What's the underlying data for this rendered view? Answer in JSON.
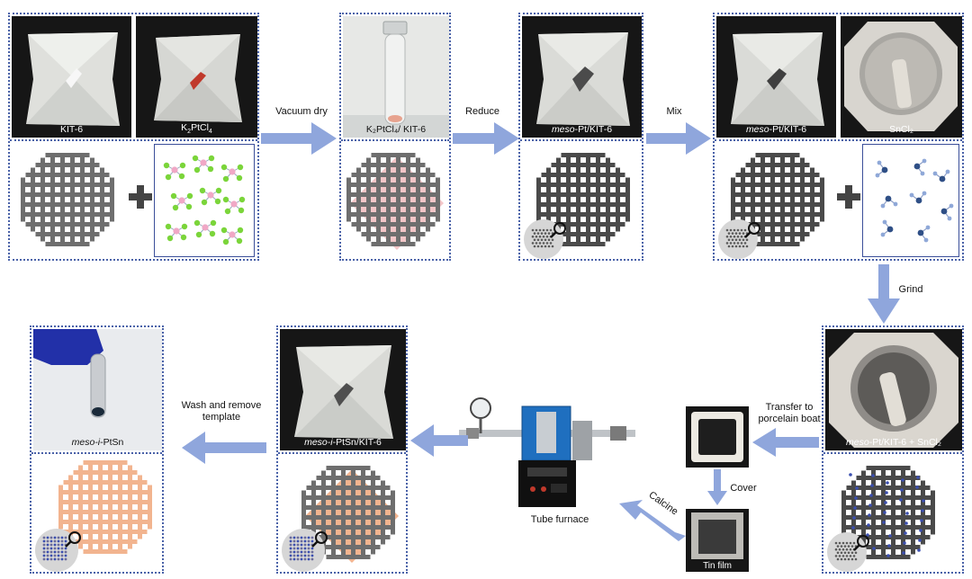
{
  "figure": {
    "top_row": {
      "box1": {
        "photo1_caption": "KIT-6",
        "photo2_caption_main": "K",
        "photo2_caption_sub1": "2",
        "photo2_caption_mid": "PtCl",
        "photo2_caption_sub2": "4"
      },
      "box2": {
        "caption": "K₂PtCl₄/ KIT-6"
      },
      "box3": {
        "caption_em": "meso",
        "caption_rest": "-Pt/KIT-6"
      },
      "box4": {
        "photo1_caption_em": "meso",
        "photo1_caption_rest": "-Pt/KIT-6",
        "photo2_caption": "SnCl₂"
      }
    },
    "right_col": {
      "box5": {
        "caption_em": "meso",
        "caption_rest": "-Pt/KIT-6 + SnCl₂"
      }
    },
    "bottom_row": {
      "box6": {
        "caption_em": "meso-i",
        "caption_rest": "-PtSn/KIT-6"
      },
      "box7": {
        "caption_em": "meso-i",
        "caption_rest": "-PtSn"
      },
      "boat_caption": "",
      "film_caption": "Tin film",
      "furnace_caption": "Tube furnace"
    },
    "steps": {
      "vacuum_dry": "Vacuum dry",
      "reduce": "Reduce",
      "mix": "Mix",
      "grind": "Grind",
      "transfer_line1": "Transfer to",
      "transfer_line2": "porcelain boat",
      "cover": "Cover",
      "calcine": "Calcine",
      "wash_line1": "Wash and remove",
      "wash_line2": "template"
    },
    "colors": {
      "arrow": "#8fa6dc",
      "frame": "#4a62a8",
      "grid": "#6e6e6e",
      "grid_pt": "#5a5a5a",
      "grid_dark": "#4a4a4a",
      "pink": "#f3c6c8",
      "peach": "#f2b48f",
      "pt_molecule": "#f0a8c6",
      "cl_atom": "#7bd53a",
      "sn_molecule": "#2f4f86",
      "particle": "#3b4fb0"
    }
  }
}
